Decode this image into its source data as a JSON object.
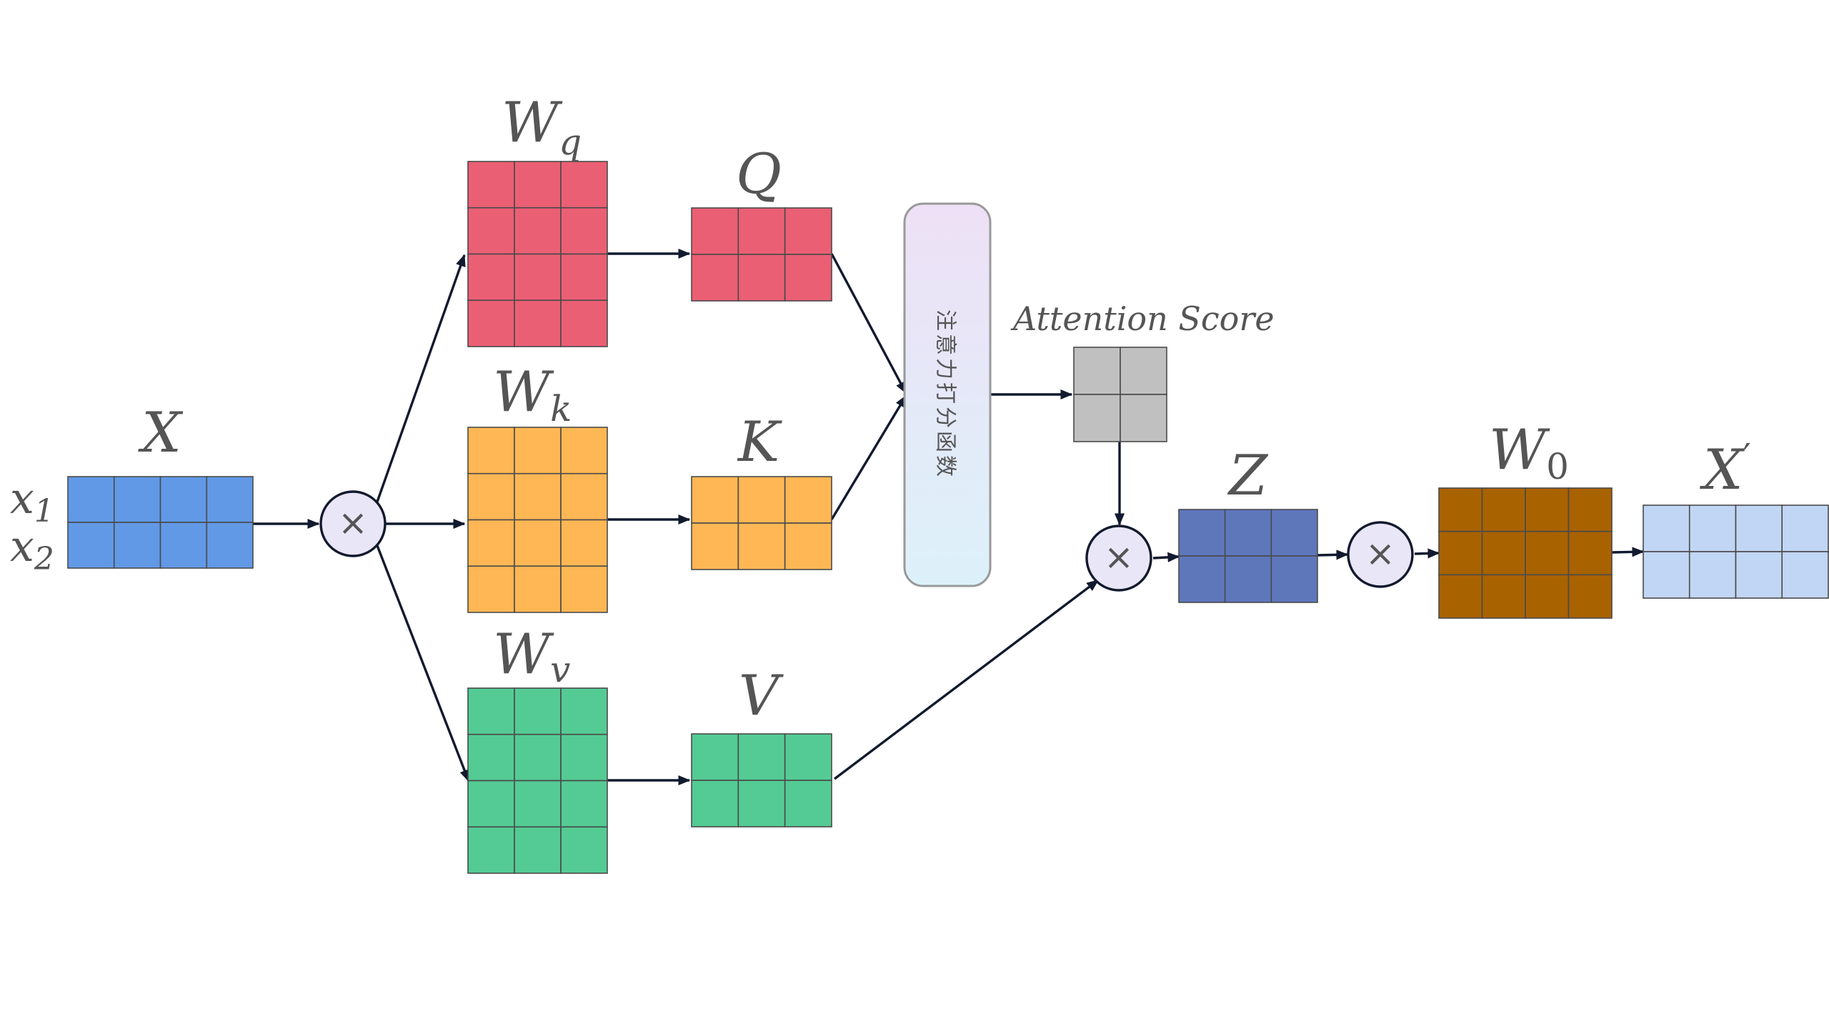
{
  "labels": {
    "x": "X",
    "x1": "x",
    "x1_sub": "1",
    "x2": "x",
    "x2_sub": "2",
    "wq": "W",
    "wq_sub": "q",
    "wk": "W",
    "wk_sub": "k",
    "wv": "W",
    "wv_sub": "v",
    "q": "Q",
    "k": "K",
    "v": "V",
    "attention_score": "Attention Score",
    "z": "Z",
    "w0": "W",
    "w0_sub": "0",
    "x_prime": "X",
    "x_prime_mark": "′"
  },
  "scoring_box_text": [
    "注",
    "意",
    "力",
    "打",
    "分",
    "函",
    "数"
  ],
  "matrices": {
    "X": {
      "rows": 2,
      "cols": 4,
      "color": "#6199e6"
    },
    "Wq": {
      "rows": 4,
      "cols": 3,
      "color": "#eb5f74"
    },
    "Wk": {
      "rows": 4,
      "cols": 3,
      "color": "#feb754"
    },
    "Wv": {
      "rows": 4,
      "cols": 3,
      "color": "#54cb94"
    },
    "Q": {
      "rows": 2,
      "cols": 3,
      "color": "#eb5f74"
    },
    "K": {
      "rows": 2,
      "cols": 3,
      "color": "#feb754"
    },
    "V": {
      "rows": 2,
      "cols": 3,
      "color": "#54cb94"
    },
    "S": {
      "rows": 2,
      "cols": 2,
      "color": "#c0c0c0"
    },
    "Z": {
      "rows": 2,
      "cols": 3,
      "color": "#5e77bb"
    },
    "W0": {
      "rows": 3,
      "cols": 4,
      "color": "#a96200"
    },
    "Xp": {
      "rows": 2,
      "cols": 4,
      "color": "#c1d6f4"
    }
  },
  "scoring_box_colors": {
    "top": "#eee0f6",
    "bottom": "#dcf1fa",
    "border": "#999999"
  },
  "operator_symbol": "×"
}
